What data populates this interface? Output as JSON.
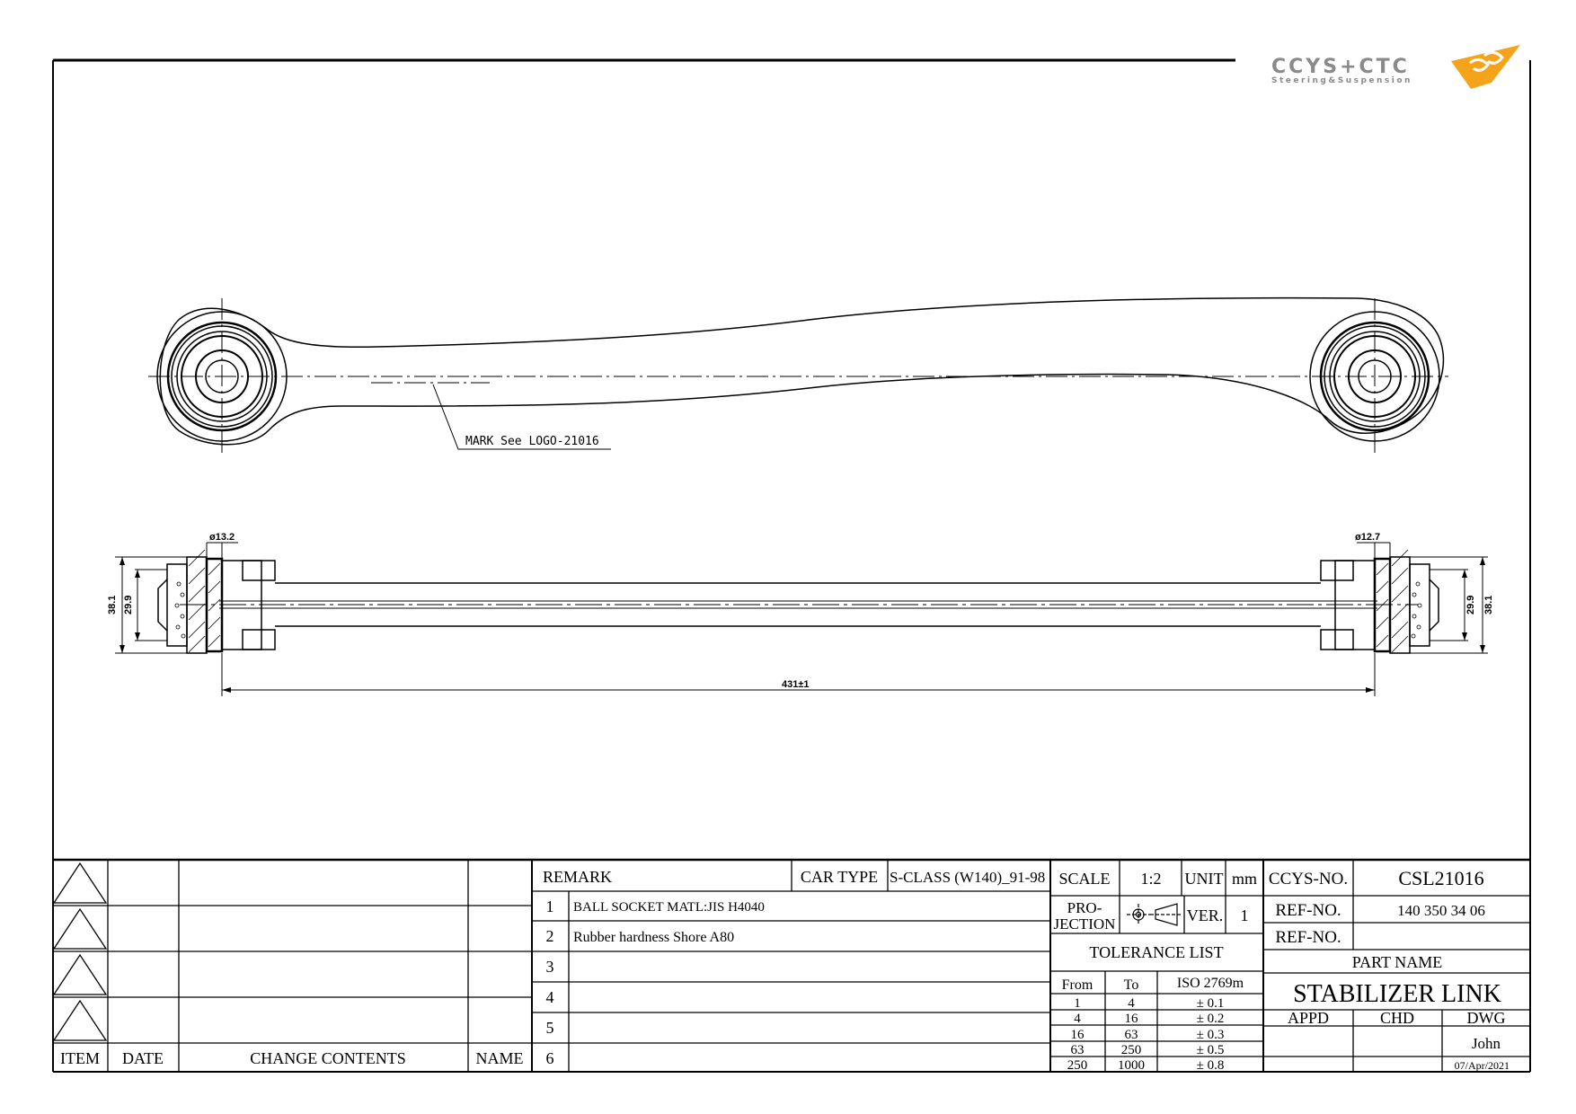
{
  "logo": {
    "brand": "CCYS+CTC",
    "tagline": "Steering&Suspension",
    "colors": {
      "brand_gray": "#8a8a8a",
      "brand_orange": "#f5a31a"
    }
  },
  "drawing": {
    "mark_note": "MARK See LOGO-21016",
    "dim_left_bore": "ø13.2",
    "dim_right_bore": "ø12.7",
    "dim_left_outer": "38.1",
    "dim_left_inner": "29.9",
    "dim_right_inner": "29.9",
    "dim_right_outer": "38.1",
    "dim_length": "431±1"
  },
  "revision_block": {
    "header_item": "ITEM",
    "header_date": "DATE",
    "header_change": "CHANGE CONTENTS",
    "header_name": "NAME"
  },
  "remarks": {
    "title": "REMARK",
    "car_type_label": "CAR TYPE",
    "car_type_value": "S-CLASS (W140)_91-98",
    "rows": [
      {
        "no": "1",
        "text": "BALL SOCKET MATL:JIS  H4040"
      },
      {
        "no": "2",
        "text": "Rubber hardness Shore A80"
      },
      {
        "no": "3",
        "text": ""
      },
      {
        "no": "4",
        "text": ""
      },
      {
        "no": "5",
        "text": ""
      },
      {
        "no": "6",
        "text": ""
      }
    ]
  },
  "specs": {
    "scale_label": "SCALE",
    "scale_value": "1:2",
    "unit_label": "UNIT",
    "unit_value": "mm",
    "projection_label_1": "PRO-",
    "projection_label_2": "JECTION",
    "ver_label": "VER.",
    "ver_value": "1"
  },
  "tolerance": {
    "title": "TOLERANCE LIST",
    "headers": [
      "From",
      "To",
      "ISO 2769m"
    ],
    "rows": [
      [
        "1",
        "4",
        "± 0.1"
      ],
      [
        "4",
        "16",
        "± 0.2"
      ],
      [
        "16",
        "63",
        "± 0.3"
      ],
      [
        "63",
        "250",
        "± 0.5"
      ],
      [
        "250",
        "1000",
        "± 0.8"
      ]
    ]
  },
  "title_block": {
    "ccys_no_label": "CCYS-NO.",
    "ccys_no_value": "CSL21016",
    "ref_no_label_1": "REF-NO.",
    "ref_no_value_1": "140 350 34 06",
    "ref_no_label_2": "REF-NO.",
    "ref_no_value_2": "",
    "part_name_label": "PART NAME",
    "part_name_value": "STABILIZER LINK",
    "appd_label": "APPD",
    "chd_label": "CHD",
    "dwg_label": "DWG",
    "drawn_by": "John",
    "date": "07/Apr/2021"
  }
}
